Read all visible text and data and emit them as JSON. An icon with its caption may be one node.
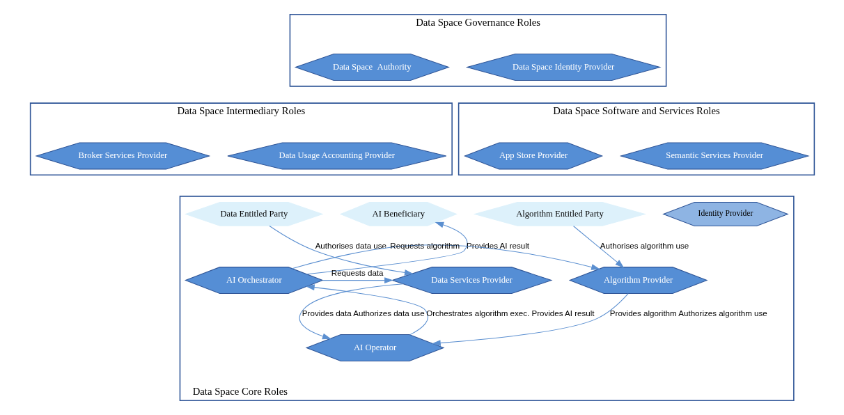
{
  "diagram": {
    "nodes": [
      {
        "text": [
          "Data Space Governance Roles"
        ]
      },
      {
        "text": [
          "Data Space  Authority"
        ],
        "in": 0
      },
      {
        "text": [
          "Data Space Identity Provider"
        ],
        "in": 0
      },
      {
        "text": [
          "Data Space Core Roles"
        ]
      },
      {
        "text": [
          "Identity Provider"
        ],
        "in": 3
      },
      {
        "text": [
          "Data Space Intermediary Roles"
        ]
      },
      {
        "text": [
          "Broker Services Provider"
        ],
        "in": 5
      },
      {
        "text": [
          "Data Usage Accounting Provider"
        ],
        "in": 5
      },
      {
        "text": [
          "Data Space Software and Services Roles"
        ]
      },
      {
        "text": [
          "App Store Provider"
        ],
        "in": 8
      },
      {
        "text": [
          "Semantic Services Provider"
        ],
        "in": 8
      },
      {
        "text": [
          "Data Entitled Party"
        ],
        "in": 3
      },
      {
        "text": [
          "AI Beneficiary"
        ],
        "in": 3
      },
      {
        "text": [
          "Algorithm Entitled Party"
        ],
        "in": 3
      },
      {
        "text": [
          "Data Services Provider"
        ],
        "in": 3
      },
      {
        "text": [
          "AI Orchestrator"
        ],
        "in": 3
      },
      {
        "text": [
          "Algorithm Provider"
        ],
        "in": 3
      },
      {
        "text": [
          "AI Operator"
        ],
        "in": 3
      }
    ],
    "edges": [
      {
        "from": 11,
        "to": 14,
        "arrow": "to",
        "label": "Authorises data use"
      },
      {
        "from": 15,
        "to": 12,
        "arrow": "to",
        "label": "Provides AI result"
      },
      {
        "from": 13,
        "to": 16,
        "arrow": "to",
        "label": "Authorises algorithm use"
      },
      {
        "from": 15,
        "to": 14,
        "arrow": "to",
        "label": "Requests data"
      },
      {
        "from": 15,
        "to": 16,
        "arrow": "to",
        "label": "Requests algorithm"
      },
      {
        "from": 14,
        "to": 17,
        "arrow": "to",
        "label": "Provides data Authorizes data use"
      },
      {
        "from": 17,
        "to": 15,
        "arrow": "to",
        "label": "Orchestrates algorithm exec. Provides AI result"
      },
      {
        "from": 16,
        "to": 17,
        "arrow": "to",
        "label": "Provides algorithm Authorizes algorithm use"
      }
    ]
  }
}
